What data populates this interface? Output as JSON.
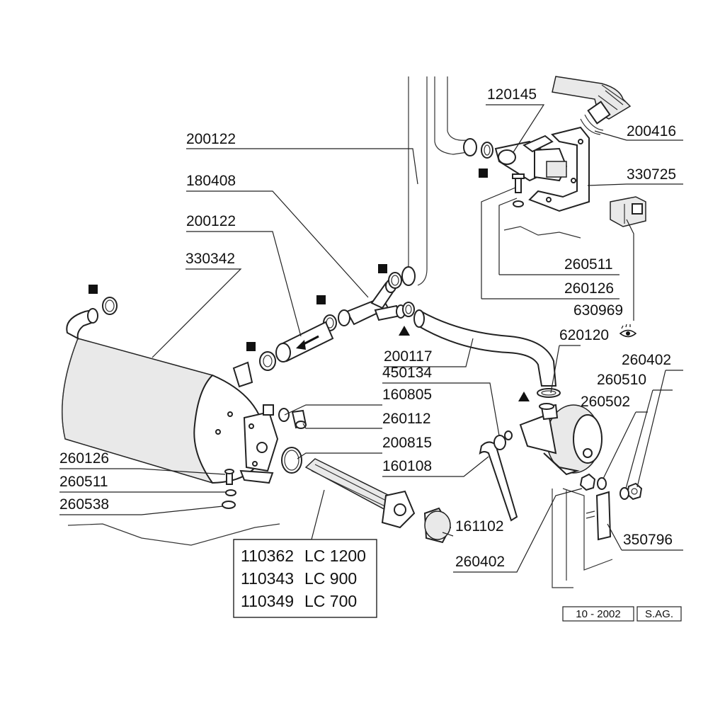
{
  "labels": {
    "l120145": "120145",
    "l200416": "200416",
    "l330725": "330725",
    "l200122_top": "200122",
    "l180408": "180408",
    "l200122_mid": "200122",
    "l330342": "330342",
    "l260511_top": "260511",
    "l260126_top": "260126",
    "l630969": "630969",
    "l620120": "620120",
    "l200117": "200117",
    "l450134": "450134",
    "l160805": "160805",
    "l260112": "260112",
    "l200815": "200815",
    "l160108": "160108",
    "l260402_top": "260402",
    "l260510": "260510",
    "l260502": "260502",
    "l260126_bot": "260126",
    "l260511_bot": "260511",
    "l260538": "260538",
    "l161102": "161102",
    "l260402_bot": "260402",
    "l350796": "350796"
  },
  "variants_table": [
    {
      "code": "110362",
      "model": "LC 1200"
    },
    {
      "code": "110343",
      "model": "LC 900"
    },
    {
      "code": "110349",
      "model": "LC 700"
    }
  ],
  "footer": {
    "date": "10 - 2002",
    "signature": "S.AG."
  },
  "icons": {
    "square_marker": "square-marker-icon",
    "triangle_marker": "triangle-marker-icon",
    "eye": "eye-icon"
  }
}
